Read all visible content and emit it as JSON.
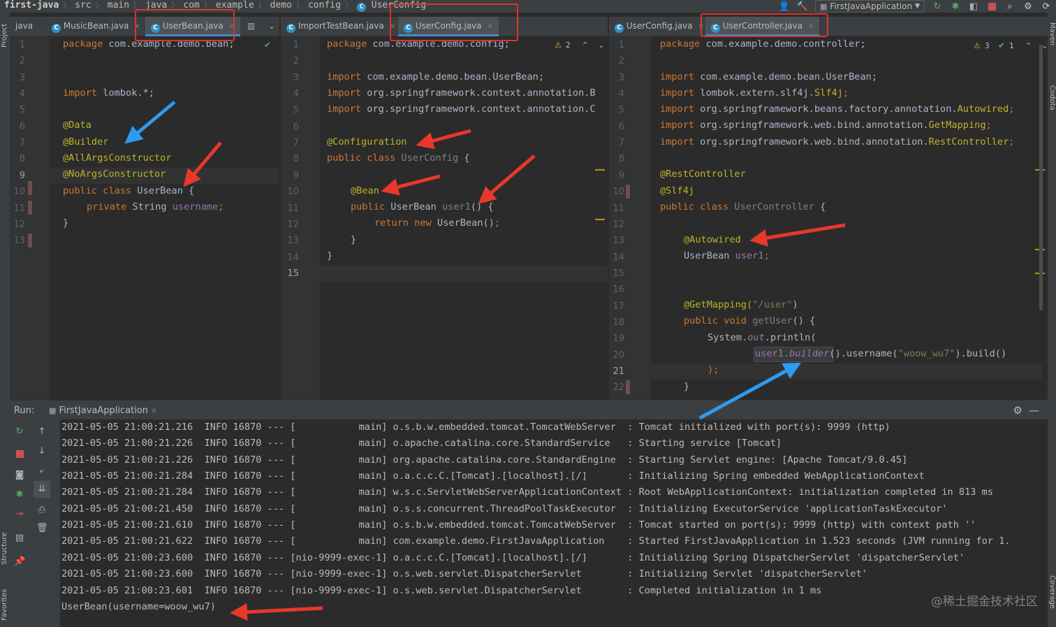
{
  "breadcrumb": [
    "first-java",
    "src",
    "main",
    "java",
    "com",
    "example",
    "demo",
    "config",
    "UserConfig"
  ],
  "toolbar": {
    "run_config": "FirstJavaApplication"
  },
  "side_labels": {
    "project": "Project",
    "structure": "Structure",
    "favorites": "Favorites",
    "maven": "Maven",
    "codota": "Codota",
    "coverage": "Coverage"
  },
  "pane1": {
    "tabs": [
      "java",
      "MusicBean.java",
      "UserBean.java"
    ],
    "line_numbers": [
      "1",
      "2",
      "3",
      "4",
      "5",
      "6",
      "7",
      "8",
      "9",
      "10",
      "11",
      "12",
      "13"
    ],
    "lines": [
      {
        "l1": "package com.example.demo.bean;"
      },
      {},
      {},
      {
        "l4": "import lombok.*;"
      },
      {},
      {
        "l6": "@Data"
      },
      {
        "l7": "@Builder"
      },
      {
        "l8": "@AllArgsConstructor"
      },
      {
        "l9": "@NoArgsConstructor"
      },
      {
        "l10": "public class UserBean {"
      },
      {
        "l11": "    private String username;"
      },
      {
        "l12": "}"
      }
    ],
    "code": {
      "kw_package": "package",
      "pkg": " com.example.demo.bean;",
      "kw_import": "import",
      "imp": " lombok.*;",
      "ann_data": "@Data",
      "ann_builder": "@Builder",
      "ann_all": "@AllArgsConstructor",
      "ann_no": "@NoArgsConstructor",
      "kw_public": "public",
      "kw_class": " class",
      "cls_name": " UserBean {",
      "kw_private": "private",
      "type_string": " String ",
      "field_username": "username",
      "semi": ";",
      "close": "}"
    }
  },
  "pane2": {
    "tabs": [
      "ImportTestBean.java",
      "UserConfig.java"
    ],
    "warnings": "2",
    "line_numbers": [
      "1",
      "2",
      "3",
      "4",
      "5",
      "6",
      "7",
      "8",
      "9",
      "10",
      "11",
      "12",
      "13",
      "14",
      "15"
    ],
    "code": {
      "kw_package": "package",
      "pkg": " com.example.demo.config;",
      "kw_import1": "import",
      "imp1": " com.example.demo.bean.UserBean;",
      "kw_import2": "import",
      "imp2": " org.springframework.context.annotation.B",
      "kw_import3": "import",
      "imp3": " org.springframework.context.annotation.C",
      "ann_config": "@Configuration",
      "kw_public": "public",
      "kw_class": " class",
      "cls_name": " UserConfig",
      "brace": " {",
      "ann_bean": "@Bean",
      "kw_public2": "public",
      "type_userbean": " UserBean ",
      "fn_user1": "user1",
      "paren": "() {",
      "kw_return": "return",
      "kw_new": " new",
      "new_userbean": " UserBean()",
      "semi": ";",
      "close_inner": "}",
      "close_outer": "}"
    }
  },
  "pane3": {
    "tabs": [
      "UserConfig.java",
      "UserController.java"
    ],
    "warnings": "3",
    "checks": "1",
    "line_numbers": [
      "1",
      "2",
      "3",
      "4",
      "5",
      "6",
      "7",
      "8",
      "9",
      "10",
      "11",
      "12",
      "13",
      "14",
      "15",
      "16",
      "17",
      "18",
      "19",
      "20",
      "21",
      "22"
    ],
    "code": {
      "kw_package": "package",
      "pkg": " com.example.demo.controller;",
      "kw_import1": "import",
      "imp1": " com.example.demo.bean.UserBean;",
      "kw_import2": "import",
      "imp2a": " lombok.extern.slf4j.",
      "imp2b": "Slf4j",
      "kw_import3": "import",
      "imp3a": " org.springframework.beans.factory.annotation.",
      "imp3b": "Autowired",
      "kw_import4": "import",
      "imp4a": " org.springframework.web.bind.annotation.",
      "imp4b": "GetMapping",
      "kw_import5": "import",
      "imp5a": " org.springframework.web.bind.annotation.",
      "imp5b": "RestController",
      "ann_rest": "@RestController",
      "ann_slf": "@Slf4j",
      "kw_public": "public",
      "kw_class": " class",
      "cls_name": " UserController",
      "brace": " {",
      "ann_autowired": "@Autowired",
      "type_userbean": "UserBean ",
      "field_user1": "user1",
      "ann_getmapping": "@GetMapping(",
      "str_path": "\"/user\"",
      "ann_close": ")",
      "kw_public2": "public",
      "kw_void": " void",
      "fn_getuser": " getUser",
      "paren": "() {",
      "sys": "System.",
      "field_out": "out",
      "println": ".println(",
      "user1_b": "user1.",
      "builder": "builder",
      "chain1": "().username(",
      "str_woow": "\"woow_wu7\"",
      "chain2": ").build()",
      "close_call": ");",
      "close_method": "}"
    }
  },
  "run": {
    "label": "Run:",
    "tab": "FirstJavaApplication",
    "log": [
      "2021-05-05 21:00:21.216  INFO 16870 --- [           main] o.s.b.w.embedded.tomcat.TomcatWebServer  : Tomcat initialized with port(s): 9999 (http)",
      "2021-05-05 21:00:21.226  INFO 16870 --- [           main] o.apache.catalina.core.StandardService   : Starting service [Tomcat]",
      "2021-05-05 21:00:21.226  INFO 16870 --- [           main] org.apache.catalina.core.StandardEngine  : Starting Servlet engine: [Apache Tomcat/9.0.45]",
      "2021-05-05 21:00:21.284  INFO 16870 --- [           main] o.a.c.c.C.[Tomcat].[localhost].[/]       : Initializing Spring embedded WebApplicationContext",
      "2021-05-05 21:00:21.284  INFO 16870 --- [           main] w.s.c.ServletWebServerApplicationContext : Root WebApplicationContext: initialization completed in 813 ms",
      "2021-05-05 21:00:21.450  INFO 16870 --- [           main] o.s.s.concurrent.ThreadPoolTaskExecutor  : Initializing ExecutorService 'applicationTaskExecutor'",
      "2021-05-05 21:00:21.610  INFO 16870 --- [           main] o.s.b.w.embedded.tomcat.TomcatWebServer  : Tomcat started on port(s): 9999 (http) with context path ''",
      "2021-05-05 21:00:21.622  INFO 16870 --- [           main] com.example.demo.FirstJavaApplication    : Started FirstJavaApplication in 1.523 seconds (JVM running for 1.",
      "2021-05-05 21:00:23.600  INFO 16870 --- [nio-9999-exec-1] o.a.c.c.C.[Tomcat].[localhost].[/]       : Initializing Spring DispatcherServlet 'dispatcherServlet'",
      "2021-05-05 21:00:23.600  INFO 16870 --- [nio-9999-exec-1] o.s.web.servlet.DispatcherServlet        : Initializing Servlet 'dispatcherServlet'",
      "2021-05-05 21:00:23.601  INFO 16870 --- [nio-9999-exec-1] o.s.web.servlet.DispatcherServlet        : Completed initialization in 1 ms",
      "UserBean(username=woow_wu7)"
    ]
  },
  "watermark": "@稀土掘金技术社区",
  "colors": {
    "bg": "#2b2b2b",
    "keyword": "#cc7832",
    "annotation": "#bbb529",
    "field": "#9876aa",
    "string": "#6a8759",
    "highlight_box": "#e0322b",
    "red_arrow": "#e8382c",
    "blue_arrow": "#2e9bf0"
  }
}
